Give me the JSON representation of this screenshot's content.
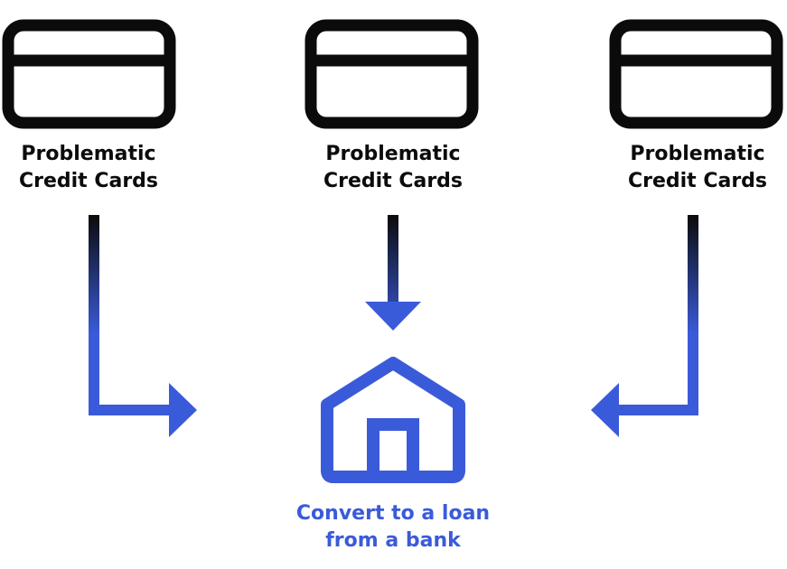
{
  "cards": [
    {
      "label_line1": "Problematic",
      "label_line2": "Credit Cards",
      "icon": "credit-card-icon"
    },
    {
      "label_line1": "Problematic",
      "label_line2": "Credit Cards",
      "icon": "credit-card-icon"
    },
    {
      "label_line1": "Problematic",
      "label_line2": "Credit Cards",
      "icon": "credit-card-icon"
    }
  ],
  "target": {
    "label_line1": "Convert to a loan",
    "label_line2": "from a bank",
    "icon": "house-icon"
  },
  "colors": {
    "card_stroke": "#0b0b0b",
    "accent": "#3a5bd9",
    "text": "#0b0b0b"
  }
}
